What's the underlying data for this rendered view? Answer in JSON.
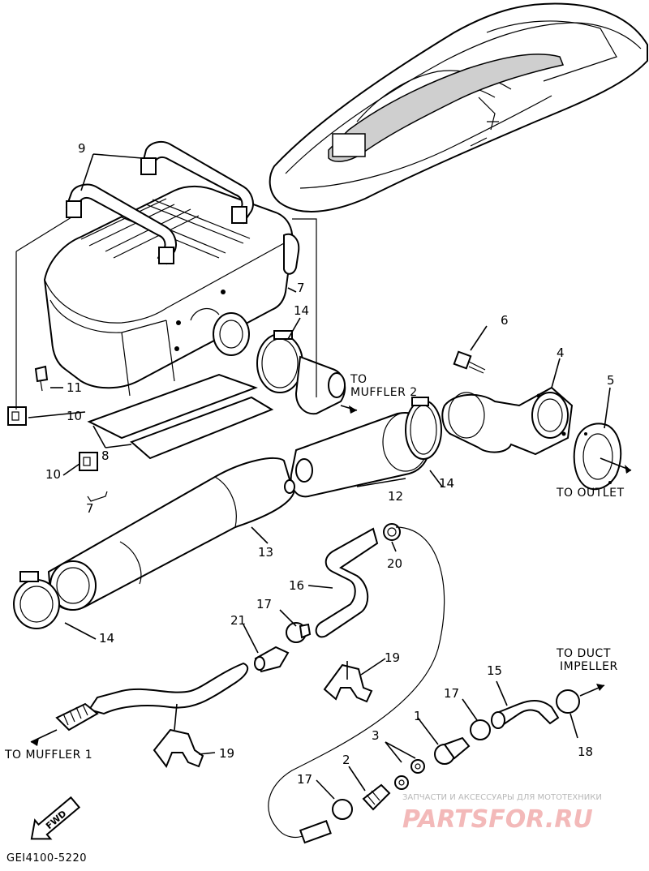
{
  "parts": {
    "p1": "1",
    "p2": "2",
    "p3": "3",
    "p4": "4",
    "p5": "5",
    "p6": "6",
    "p7a": "7",
    "p7b": "7",
    "p8": "8",
    "p9": "9",
    "p10a": "10",
    "p10b": "10",
    "p11": "11",
    "p12": "12",
    "p13": "13",
    "p14a": "14",
    "p14b": "14",
    "p14c": "14",
    "p15": "15",
    "p16": "16",
    "p17a": "17",
    "p17b": "17",
    "p17c": "17",
    "p18": "18",
    "p19a": "19",
    "p19b": "19",
    "p20": "20",
    "p21": "21"
  },
  "captions": {
    "to_muffler2_line1": "TO",
    "to_muffler2_line2": "MUFFLER 2",
    "to_outlet": "TO OUTLET",
    "to_duct_line1": "TO DUCT",
    "to_duct_line2": "IMPELLER",
    "to_muffler1": "TO MUFFLER 1"
  },
  "fwd_label": "FWD",
  "diagram_code": "GEI4100-5220",
  "watermark": {
    "tagline": "ЗАПЧАСТИ И АКСЕССУАРЫ ДЛЯ МОТОТЕХНИКИ",
    "logo": "PARTSFOR.RU"
  }
}
